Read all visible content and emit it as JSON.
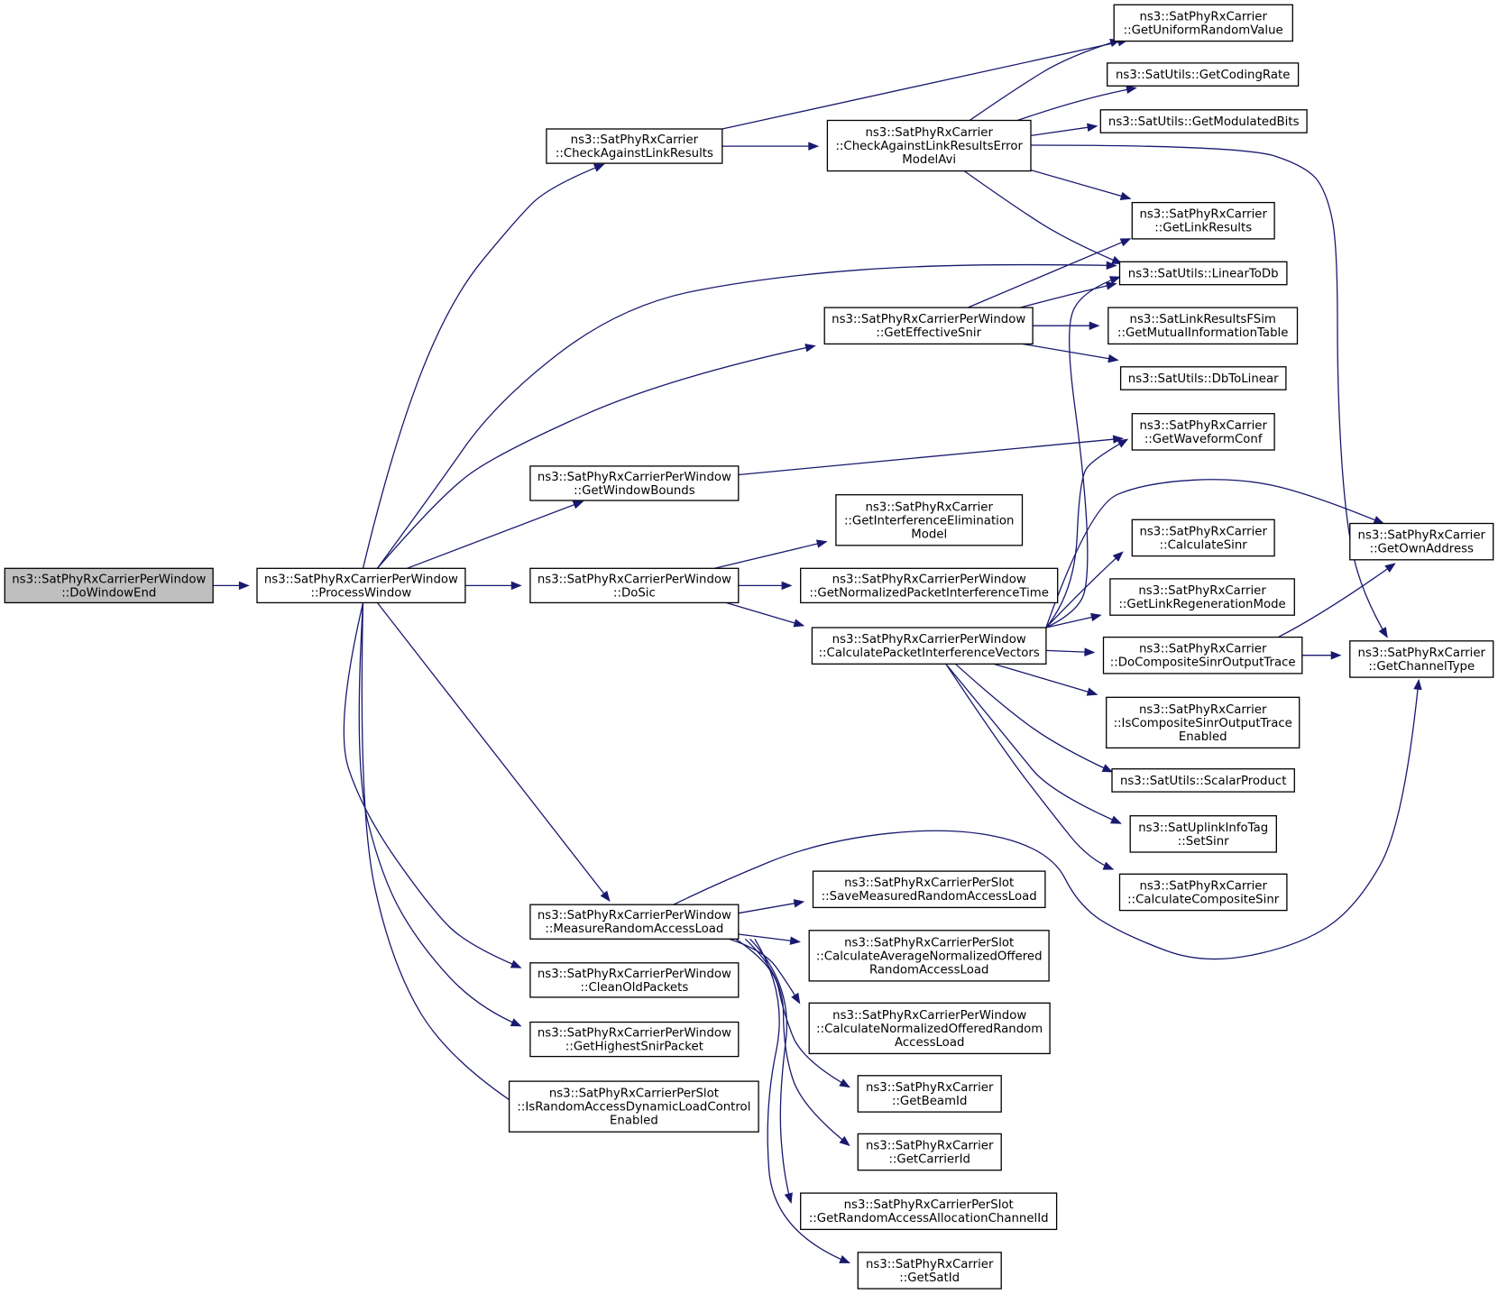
{
  "colors": {
    "edge": "#191970",
    "root_fill": "#bfbfbf",
    "node_fill": "#ffffff",
    "node_border": "#000000"
  },
  "nodes": {
    "do_window_end": [
      "ns3::SatPhyRxCarrierPerWindow",
      "::DoWindowEnd"
    ],
    "process_window": [
      "ns3::SatPhyRxCarrierPerWindow",
      "::ProcessWindow"
    ],
    "check_against_link_results": [
      "ns3::SatPhyRxCarrier",
      "::CheckAgainstLinkResults"
    ],
    "check_against_link_results_error_model_avi": [
      "ns3::SatPhyRxCarrier",
      "::CheckAgainstLinkResultsError",
      "ModelAvi"
    ],
    "get_uniform_random_value": [
      "ns3::SatPhyRxCarrier",
      "::GetUniformRandomValue"
    ],
    "get_coding_rate": [
      "ns3::SatUtils::GetCodingRate"
    ],
    "get_modulated_bits": [
      "ns3::SatUtils::GetModulatedBits"
    ],
    "get_link_results": [
      "ns3::SatPhyRxCarrier",
      "::GetLinkResults"
    ],
    "linear_to_db": [
      "ns3::SatUtils::LinearToDb"
    ],
    "get_effective_snir": [
      "ns3::SatPhyRxCarrierPerWindow",
      "::GetEffectiveSnir"
    ],
    "get_mutual_information_table": [
      "ns3::SatLinkResultsFSim",
      "::GetMutualInformationTable"
    ],
    "db_to_linear": [
      "ns3::SatUtils::DbToLinear"
    ],
    "get_waveform_conf": [
      "ns3::SatPhyRxCarrier",
      "::GetWaveformConf"
    ],
    "get_window_bounds": [
      "ns3::SatPhyRxCarrierPerWindow",
      "::GetWindowBounds"
    ],
    "get_interference_elimination_model": [
      "ns3::SatPhyRxCarrier",
      "::GetInterferenceElimination",
      "Model"
    ],
    "do_sic": [
      "ns3::SatPhyRxCarrierPerWindow",
      "::DoSic"
    ],
    "get_normalized_packet_interference_time": [
      "ns3::SatPhyRxCarrierPerWindow",
      "::GetNormalizedPacketInterferenceTime"
    ],
    "calculate_packet_interference_vectors": [
      "ns3::SatPhyRxCarrierPerWindow",
      "::CalculatePacketInterferenceVectors"
    ],
    "calculate_sinr": [
      "ns3::SatPhyRxCarrier",
      "::CalculateSinr"
    ],
    "get_own_address": [
      "ns3::SatPhyRxCarrier",
      "::GetOwnAddress"
    ],
    "get_link_regeneration_mode": [
      "ns3::SatPhyRxCarrier",
      "::GetLinkRegenerationMode"
    ],
    "do_composite_sinr_output_trace": [
      "ns3::SatPhyRxCarrier",
      "::DoCompositeSinrOutputTrace"
    ],
    "get_channel_type": [
      "ns3::SatPhyRxCarrier",
      "::GetChannelType"
    ],
    "is_composite_sinr_output_trace_enabled": [
      "ns3::SatPhyRxCarrier",
      "::IsCompositeSinrOutputTrace",
      "Enabled"
    ],
    "scalar_product": [
      "ns3::SatUtils::ScalarProduct"
    ],
    "set_sinr": [
      "ns3::SatUplinkInfoTag",
      "::SetSinr"
    ],
    "calculate_composite_sinr": [
      "ns3::SatPhyRxCarrier",
      "::CalculateCompositeSinr"
    ],
    "save_measured_random_access_load": [
      "ns3::SatPhyRxCarrierPerSlot",
      "::SaveMeasuredRandomAccessLoad"
    ],
    "measure_random_access_load": [
      "ns3::SatPhyRxCarrierPerWindow",
      "::MeasureRandomAccessLoad"
    ],
    "calculate_average_normalized_offered_random_access_load": [
      "ns3::SatPhyRxCarrierPerSlot",
      "::CalculateAverageNormalizedOffered",
      "RandomAccessLoad"
    ],
    "clean_old_packets": [
      "ns3::SatPhyRxCarrierPerWindow",
      "::CleanOldPackets"
    ],
    "calculate_normalized_offered_random_access_load": [
      "ns3::SatPhyRxCarrierPerWindow",
      "::CalculateNormalizedOfferedRandom",
      "AccessLoad"
    ],
    "get_highest_snir_packet": [
      "ns3::SatPhyRxCarrierPerWindow",
      "::GetHighestSnirPacket"
    ],
    "get_beam_id": [
      "ns3::SatPhyRxCarrier",
      "::GetBeamId"
    ],
    "is_random_access_dynamic_load_control_enabled": [
      "ns3::SatPhyRxCarrierPerSlot",
      "::IsRandomAccessDynamicLoadControl",
      "Enabled"
    ],
    "get_carrier_id": [
      "ns3::SatPhyRxCarrier",
      "::GetCarrierId"
    ],
    "get_random_access_allocation_channel_id": [
      "ns3::SatPhyRxCarrierPerSlot",
      "::GetRandomAccessAllocationChannelId"
    ],
    "get_sat_id": [
      "ns3::SatPhyRxCarrier",
      "::GetSatId"
    ]
  }
}
